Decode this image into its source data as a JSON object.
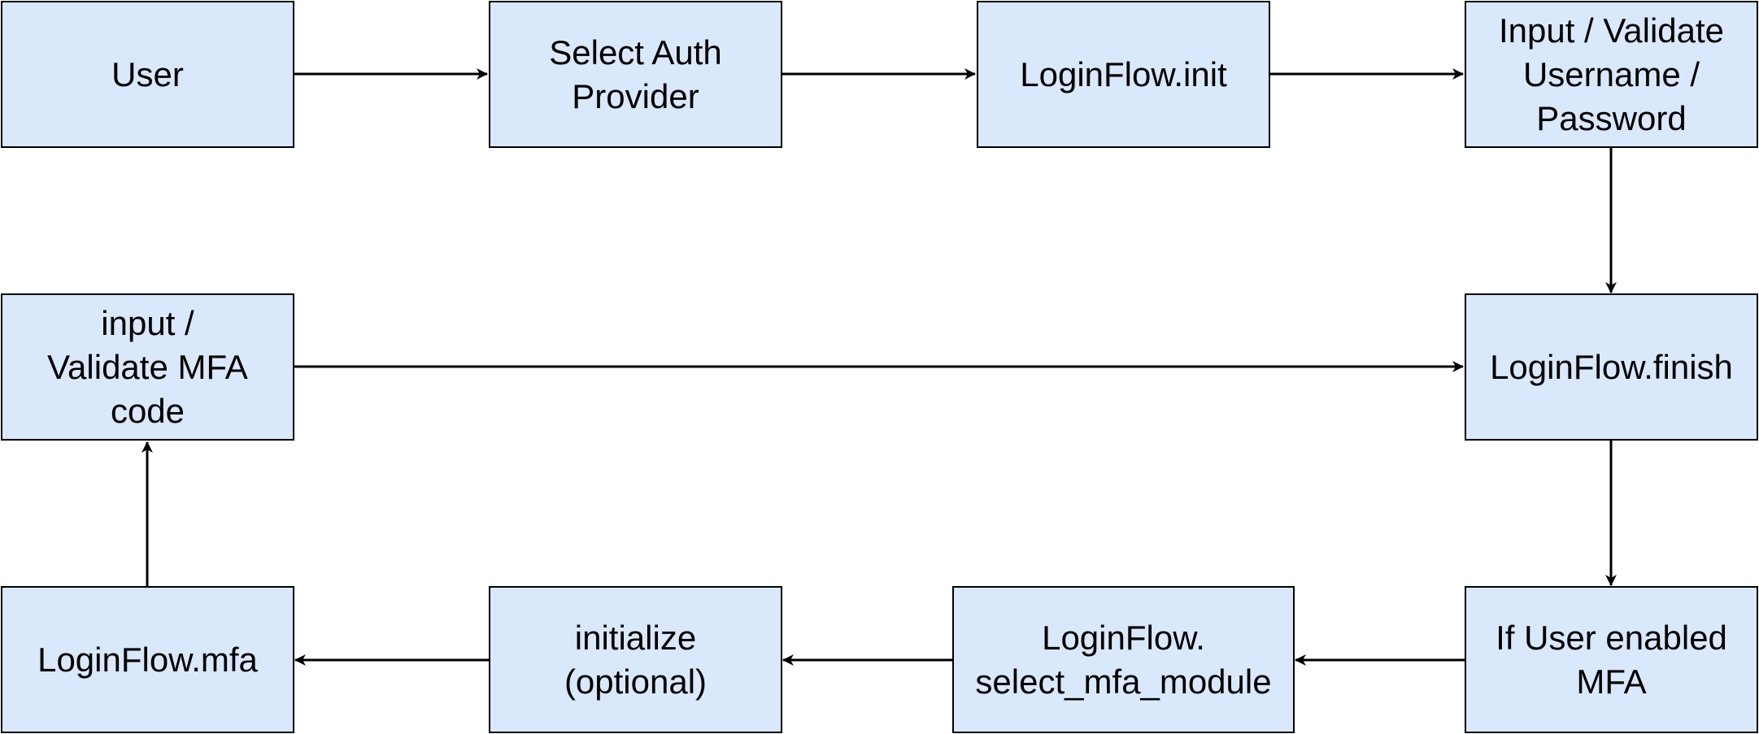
{
  "colors": {
    "node_fill": "#dae8fc",
    "node_border": "#000000",
    "text": "#000000",
    "connector": "#000000"
  },
  "nodes": {
    "user": {
      "label": "User"
    },
    "select_auth_provider": {
      "label": "Select Auth\nProvider"
    },
    "loginflow_init": {
      "label": "LoginFlow.init"
    },
    "input_validate_credentials": {
      "label": "Input / Validate\nUsername /\nPassword"
    },
    "loginflow_finish": {
      "label": "LoginFlow.finish"
    },
    "if_user_enabled_mfa": {
      "label": "If User enabled\nMFA"
    },
    "loginflow_select_mfa_module": {
      "label": "LoginFlow.\nselect_mfa_module"
    },
    "initialize_optional": {
      "label": "initialize\n(optional)"
    },
    "loginflow_mfa": {
      "label": "LoginFlow.mfa"
    },
    "input_validate_mfa_code": {
      "label": "input /\nValidate MFA\ncode"
    }
  },
  "edges": [
    {
      "from": "user",
      "to": "select_auth_provider"
    },
    {
      "from": "select_auth_provider",
      "to": "loginflow_init"
    },
    {
      "from": "loginflow_init",
      "to": "input_validate_credentials"
    },
    {
      "from": "input_validate_credentials",
      "to": "loginflow_finish"
    },
    {
      "from": "loginflow_finish",
      "to": "if_user_enabled_mfa"
    },
    {
      "from": "if_user_enabled_mfa",
      "to": "loginflow_select_mfa_module"
    },
    {
      "from": "loginflow_select_mfa_module",
      "to": "initialize_optional"
    },
    {
      "from": "initialize_optional",
      "to": "loginflow_mfa"
    },
    {
      "from": "loginflow_mfa",
      "to": "input_validate_mfa_code"
    },
    {
      "from": "input_validate_mfa_code",
      "to": "loginflow_finish"
    }
  ]
}
